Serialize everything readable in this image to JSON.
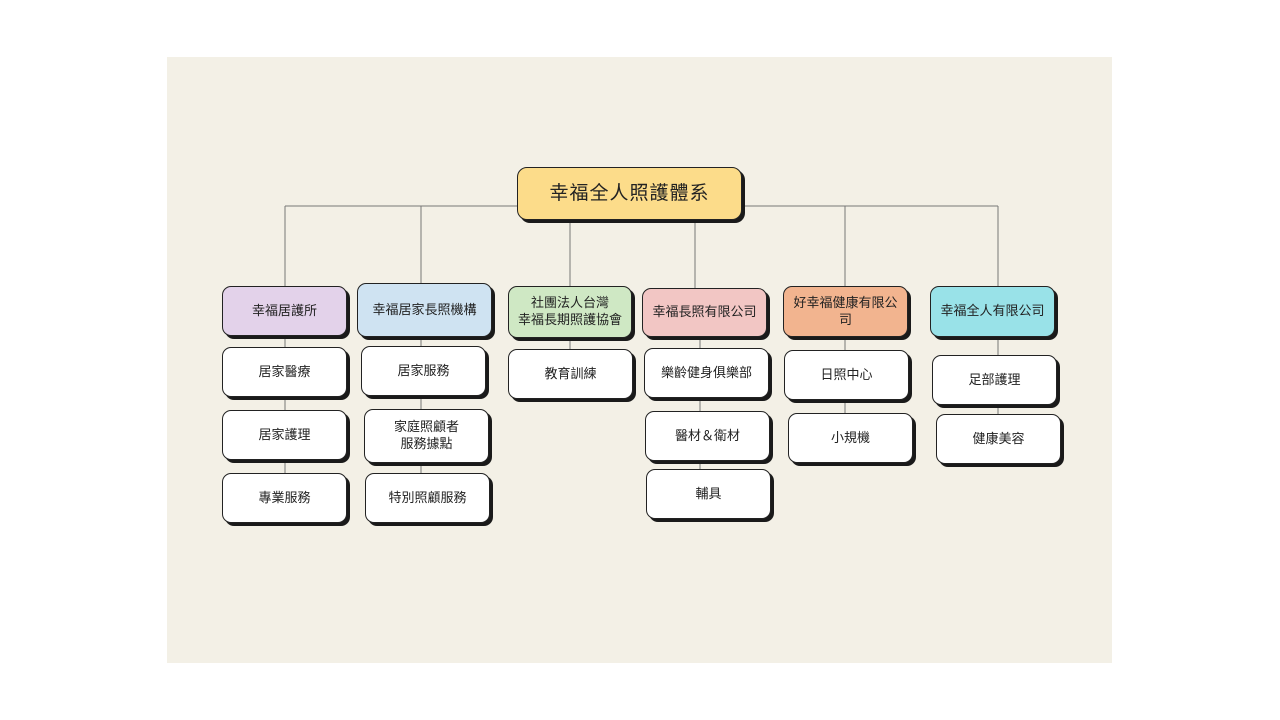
{
  "root": {
    "label": "幸福全人照護體系",
    "color": "#fcdc8a"
  },
  "branches": [
    {
      "label": "幸福居護所",
      "color": "#e3d2ea",
      "children": [
        "居家醫療",
        "居家護理",
        "專業服務"
      ]
    },
    {
      "label": "幸福居家長照機構",
      "color": "#cfe3f2",
      "children": [
        "居家服務",
        "家庭照顧者\n服務據點",
        "特別照顧服務"
      ]
    },
    {
      "label": "社團法人台灣\n幸福長期照護協會",
      "color": "#cfe8c4",
      "children": [
        "教育訓練"
      ]
    },
    {
      "label": "幸福長照有限公司",
      "color": "#f2c6c4",
      "children": [
        "樂齡健身俱樂部",
        "醫材＆衛材",
        "輔具"
      ]
    },
    {
      "label": "好幸福健康有限公\n司",
      "color": "#f2b48f",
      "children": [
        "日照中心",
        "小規機"
      ]
    },
    {
      "label": "幸福全人有限公司",
      "color": "#99e2e8",
      "children": [
        "足部護理",
        "健康美容"
      ]
    }
  ],
  "child_color": "#ffffff"
}
